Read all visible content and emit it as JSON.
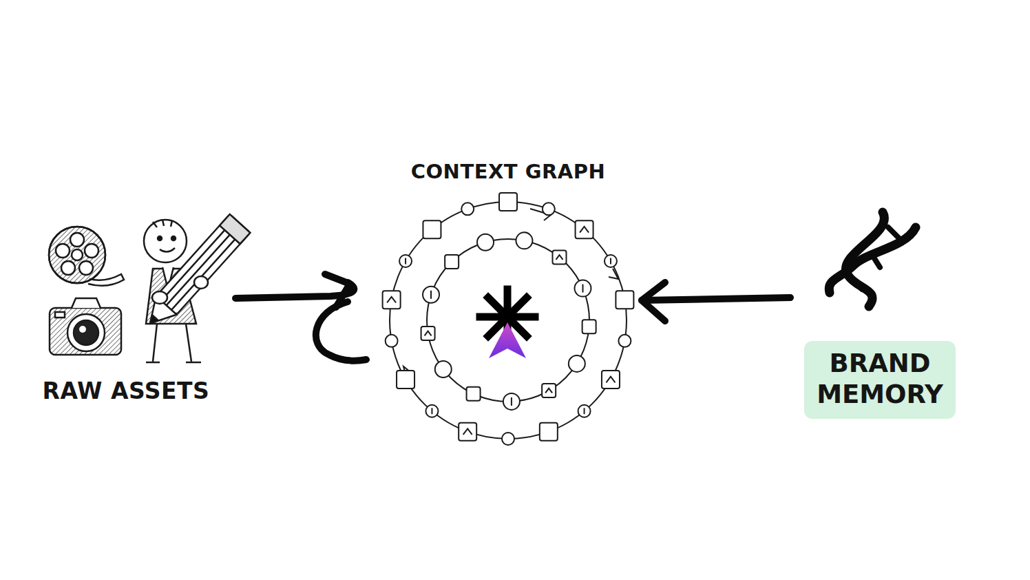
{
  "diagram": {
    "nodes": [
      {
        "text": [
          "CONTEXT GRAPH"
        ]
      },
      {
        "text": [
          "BRAND MEMORY"
        ]
      }
    ],
    "edges": [
      {
        "from": 1,
        "to": 0,
        "arrow": "to"
      }
    ],
    "labels": [
      "RAW ASSETS"
    ]
  }
}
